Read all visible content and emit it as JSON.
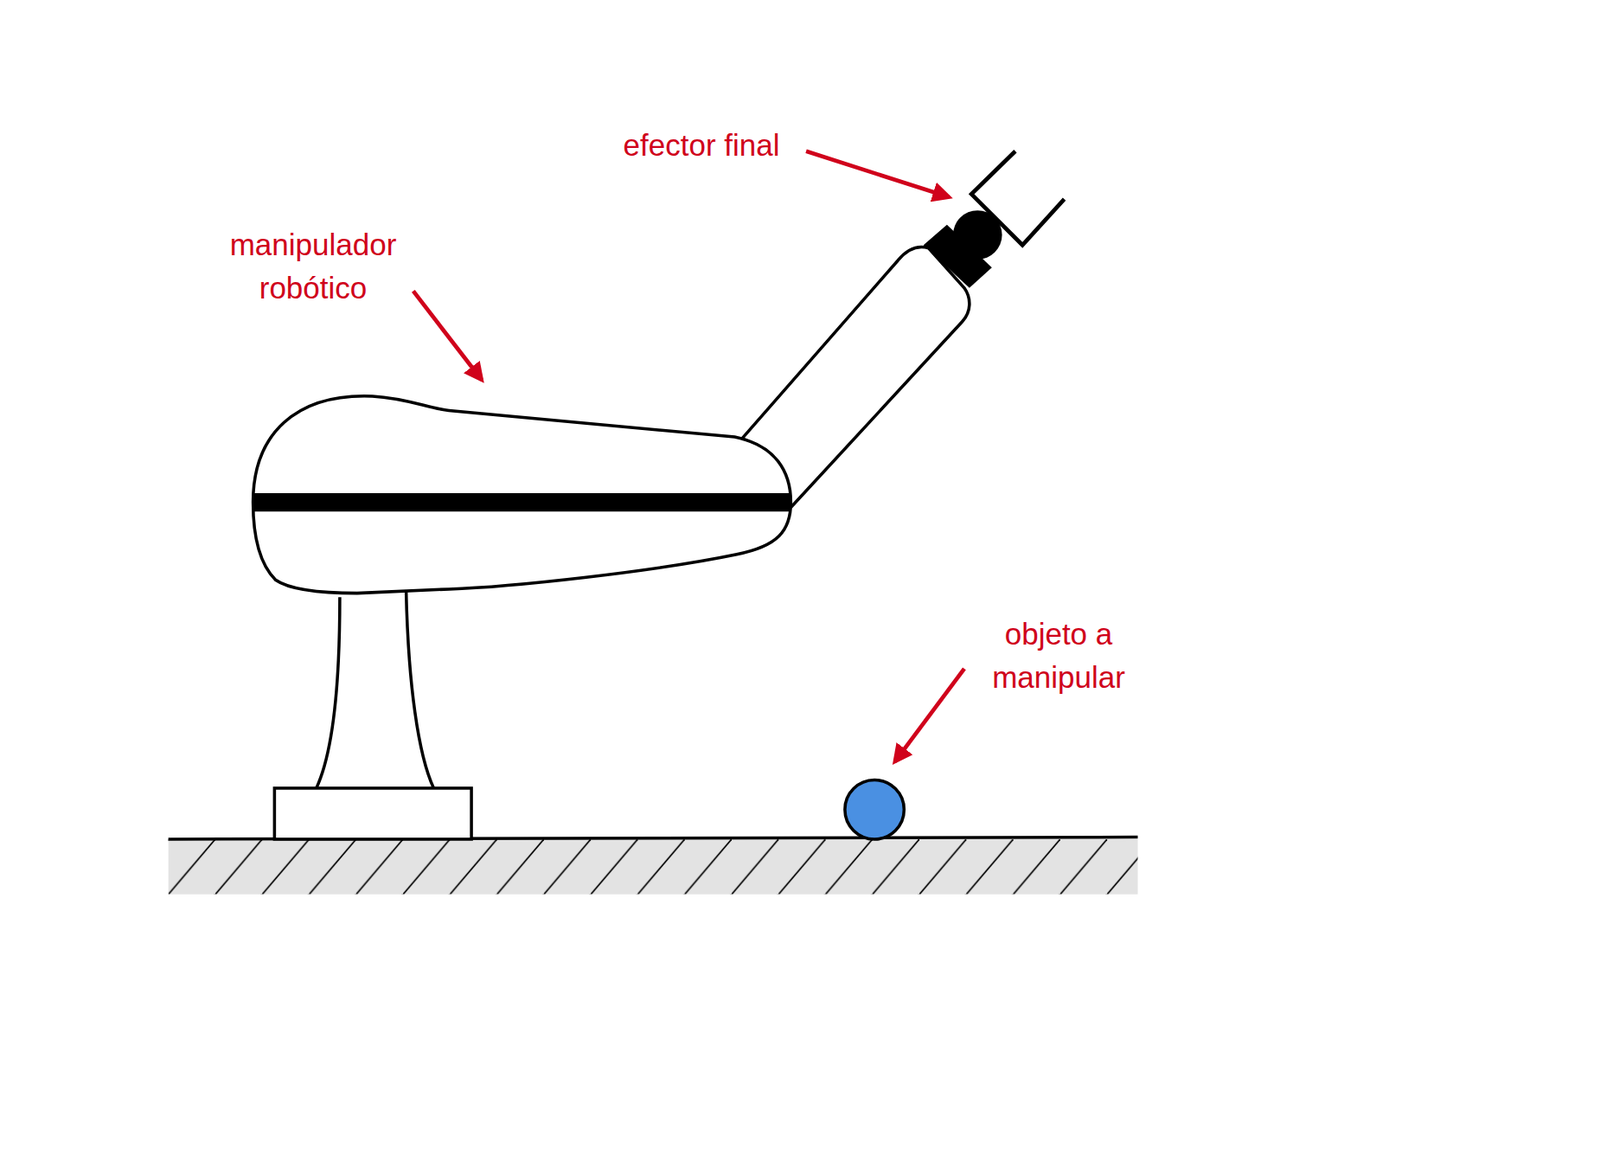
{
  "diagram": {
    "labels": [
      "efector final",
      "manipulador robótico",
      "objeto a manipular"
    ]
  }
}
